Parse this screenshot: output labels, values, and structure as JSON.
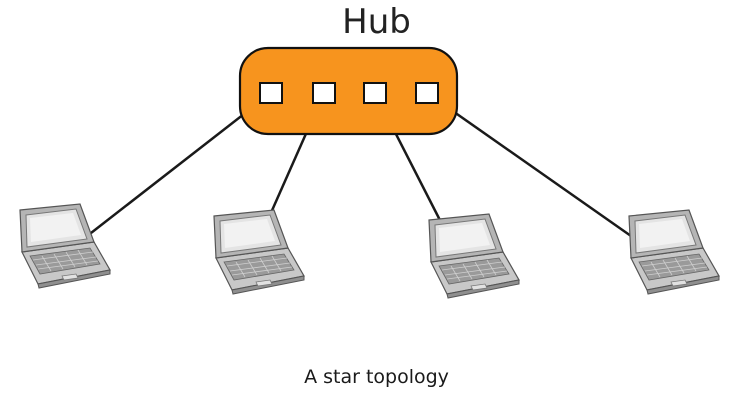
{
  "hub": {
    "label": "Hub",
    "port_count": 4,
    "fill_color": "#F7941E",
    "stroke_color": "#111111"
  },
  "devices": [
    {
      "type": "laptop",
      "connected_port": 1
    },
    {
      "type": "laptop",
      "connected_port": 2
    },
    {
      "type": "laptop",
      "connected_port": 3
    },
    {
      "type": "laptop",
      "connected_port": 4
    }
  ],
  "caption": "A star topology",
  "colors": {
    "cable": "#1a1a1a",
    "laptop_body": "#bdbdbd",
    "laptop_screen": "#dcdcdc"
  }
}
